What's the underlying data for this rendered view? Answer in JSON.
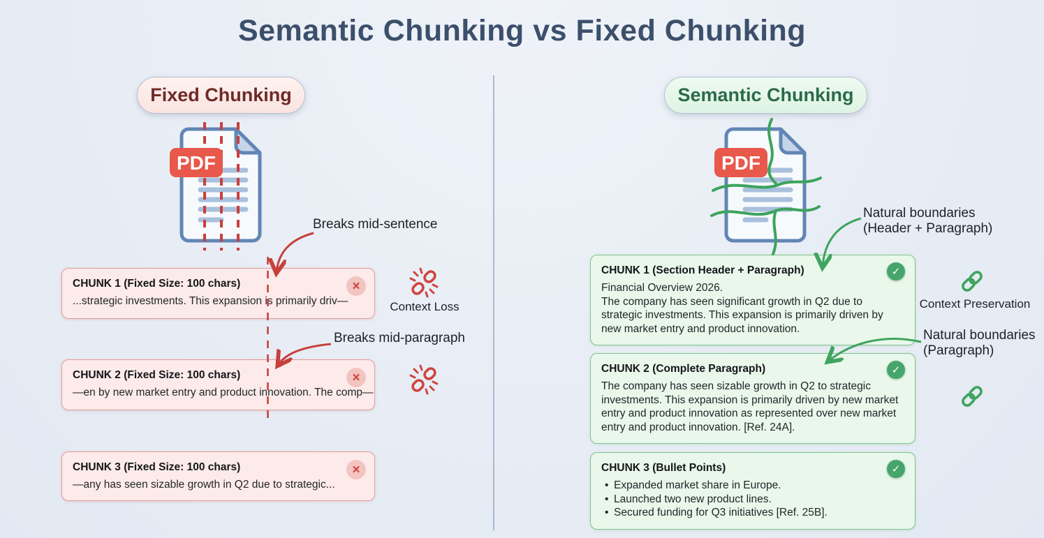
{
  "title": "Semantic Chunking vs Fixed Chunking",
  "colors": {
    "accent_red": "#cc4440",
    "accent_green": "#3fa45f",
    "pink_card_bg": "#fcebea",
    "green_card_bg": "#e9f8eb",
    "title_color": "#3c4f6b",
    "pdf_badge_red": "#e8584b",
    "doc_outline_blue": "#6286b5"
  },
  "left": {
    "badge": "Fixed Chunking",
    "pdf_badge": "PDF",
    "annotation_mid_sentence": "Breaks mid-sentence",
    "annotation_mid_paragraph": "Breaks mid-paragraph",
    "context_label": "Context Loss",
    "chunks": [
      {
        "title": "CHUNK 1 (Fixed Size: 100 chars)",
        "body": "...strategic investments. This expansion is primarily driv—"
      },
      {
        "title": "CHUNK 2 (Fixed Size: 100 chars)",
        "body": "—en by new market entry and product innovation. The comp—"
      },
      {
        "title": "CHUNK 3 (Fixed Size: 100 chars)",
        "body": "—any has seen sizable growth in Q2 due to strategic..."
      }
    ]
  },
  "right": {
    "badge": "Semantic Chunking",
    "pdf_badge": "PDF",
    "annotation_boundaries_header_line1": "Natural boundaries",
    "annotation_boundaries_header_line2": "(Header + Paragraph)",
    "annotation_boundaries_para_line1": "Natural boundaries",
    "annotation_boundaries_para_line2": "(Paragraph)",
    "context_label": "Context Preservation",
    "chunks": [
      {
        "title": "CHUNK 1 (Section Header + Paragraph)",
        "line1": "Financial Overview 2026.",
        "body": "The company has seen significant growth in Q2 due to strategic investments. This expansion is primarily driven by new market entry and product innovation."
      },
      {
        "title": "CHUNK 2 (Complete Paragraph)",
        "body": "The company has seen sizable growth in Q2 to strategic investments. This expansion is primarily driven by new market entry and product innovation as represented over new market entry and product innovation. [Ref. 24A]."
      },
      {
        "title": "CHUNK 3 (Bullet Points)",
        "bullets": [
          "Expanded market share in Europe.",
          "Launched two new product lines.",
          "Secured funding for Q3 initiatives [Ref. 25B]."
        ]
      }
    ]
  }
}
